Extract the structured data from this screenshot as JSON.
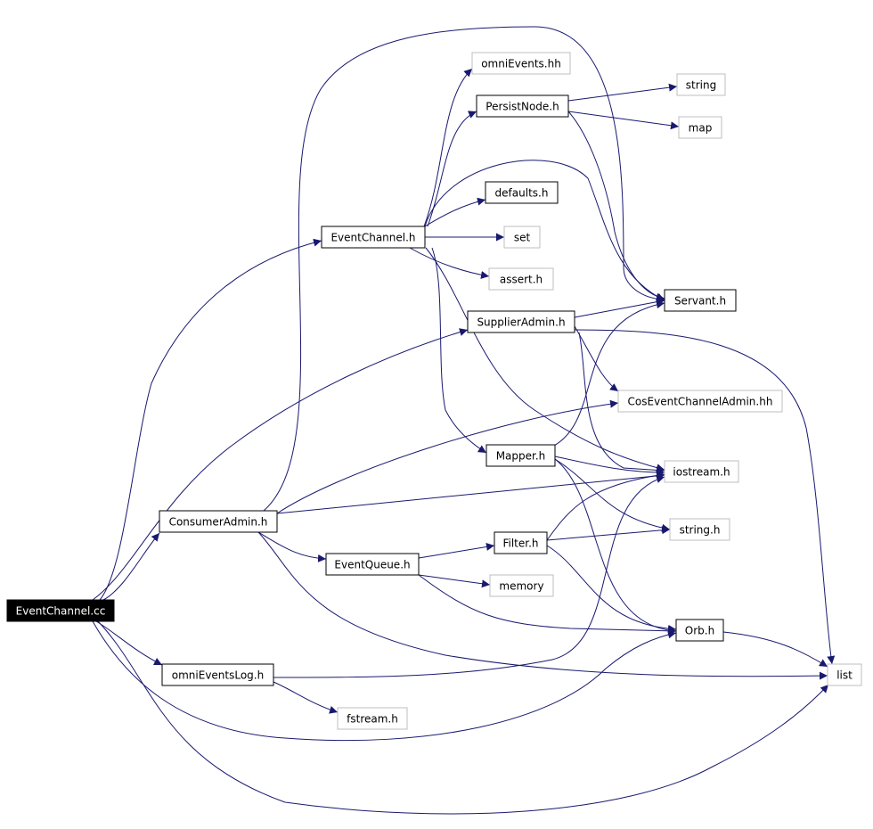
{
  "diagram": {
    "edge_color": "#191970",
    "nodes": [
      {
        "id": "ec_cc",
        "label": "EventChannel.cc",
        "kind": "root"
      },
      {
        "id": "omniEvents_hh",
        "label": "omniEvents.hh",
        "kind": "external"
      },
      {
        "id": "persistnode_h",
        "label": "PersistNode.h",
        "kind": "local"
      },
      {
        "id": "string",
        "label": "string",
        "kind": "external"
      },
      {
        "id": "map",
        "label": "map",
        "kind": "external"
      },
      {
        "id": "defaults_h",
        "label": "defaults.h",
        "kind": "local"
      },
      {
        "id": "eventchannel_h",
        "label": "EventChannel.h",
        "kind": "local"
      },
      {
        "id": "set",
        "label": "set",
        "kind": "external"
      },
      {
        "id": "assert_h",
        "label": "assert.h",
        "kind": "external"
      },
      {
        "id": "servant_h",
        "label": "Servant.h",
        "kind": "local"
      },
      {
        "id": "supplieradmin_h",
        "label": "SupplierAdmin.h",
        "kind": "local"
      },
      {
        "id": "coseca_hh",
        "label": "CosEventChannelAdmin.hh",
        "kind": "external"
      },
      {
        "id": "mapper_h",
        "label": "Mapper.h",
        "kind": "local"
      },
      {
        "id": "iostream_h",
        "label": "iostream.h",
        "kind": "external"
      },
      {
        "id": "consumeradmin_h",
        "label": "ConsumerAdmin.h",
        "kind": "local"
      },
      {
        "id": "string_h",
        "label": "string.h",
        "kind": "external"
      },
      {
        "id": "filter_h",
        "label": "Filter.h",
        "kind": "local"
      },
      {
        "id": "eventqueue_h",
        "label": "EventQueue.h",
        "kind": "local"
      },
      {
        "id": "memory",
        "label": "memory",
        "kind": "external"
      },
      {
        "id": "orb_h",
        "label": "Orb.h",
        "kind": "local"
      },
      {
        "id": "list",
        "label": "list",
        "kind": "external"
      },
      {
        "id": "omnieventslog_h",
        "label": "omniEventsLog.h",
        "kind": "local"
      },
      {
        "id": "fstream_h",
        "label": "fstream.h",
        "kind": "external"
      }
    ]
  }
}
